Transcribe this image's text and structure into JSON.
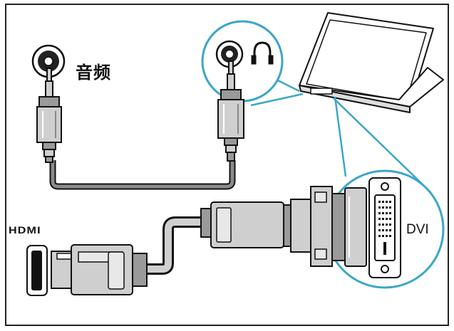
{
  "labels": {
    "audio": "音频",
    "dvi": "DVI",
    "hdmi": "HDMI"
  },
  "icons": [
    "audio-jack-icon",
    "headphones-icon",
    "laptop-icon",
    "hdmi-port-icon",
    "dvi-port-icon"
  ],
  "colors": {
    "outline": "#111111",
    "callout": "#3aa6c8",
    "cable": "#8a8a8a",
    "plug": "#cfcfcf",
    "plug_dark": "#9a9a9a",
    "frame": "#222222"
  }
}
